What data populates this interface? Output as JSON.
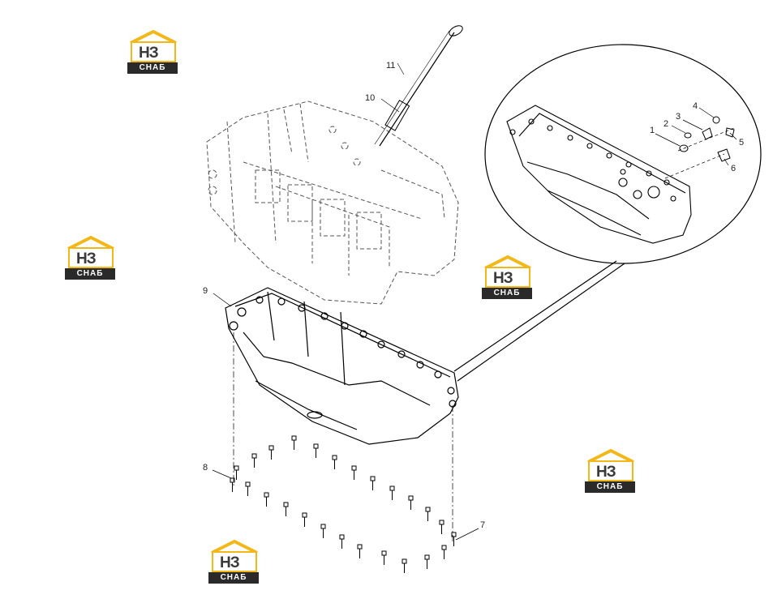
{
  "watermark": {
    "letters": "НЗ",
    "band": "СНАБ",
    "accent": "#f2b81a",
    "dark": "#2a2a2a"
  },
  "callouts": {
    "c1": "1",
    "c2": "2",
    "c3": "3",
    "c4": "4",
    "c5": "5",
    "c6": "6",
    "c7": "7",
    "c8": "8",
    "c9": "9",
    "c10": "10",
    "c11": "11"
  }
}
